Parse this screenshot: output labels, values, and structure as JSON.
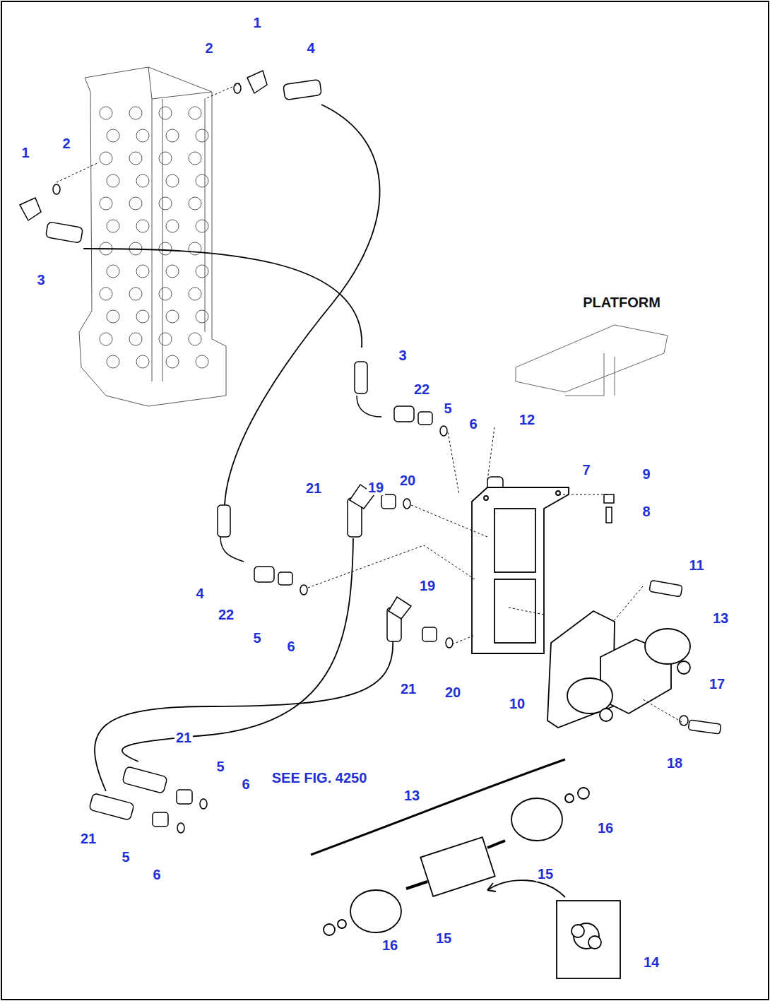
{
  "diagram": {
    "labels": [
      "1",
      "2",
      "4",
      "1",
      "2",
      "3",
      "PLATFORM",
      "3",
      "22",
      "5",
      "6",
      "12",
      "7",
      "9",
      "19",
      "20",
      "21",
      "8",
      "11",
      "19",
      "4",
      "22",
      "13",
      "5",
      "6",
      "21",
      "20",
      "17",
      "10",
      "21",
      "18",
      "SEE FIG. 4250",
      "5",
      "6",
      "13",
      "16",
      "21",
      "5",
      "6",
      "15",
      "15",
      "16",
      "14"
    ]
  }
}
